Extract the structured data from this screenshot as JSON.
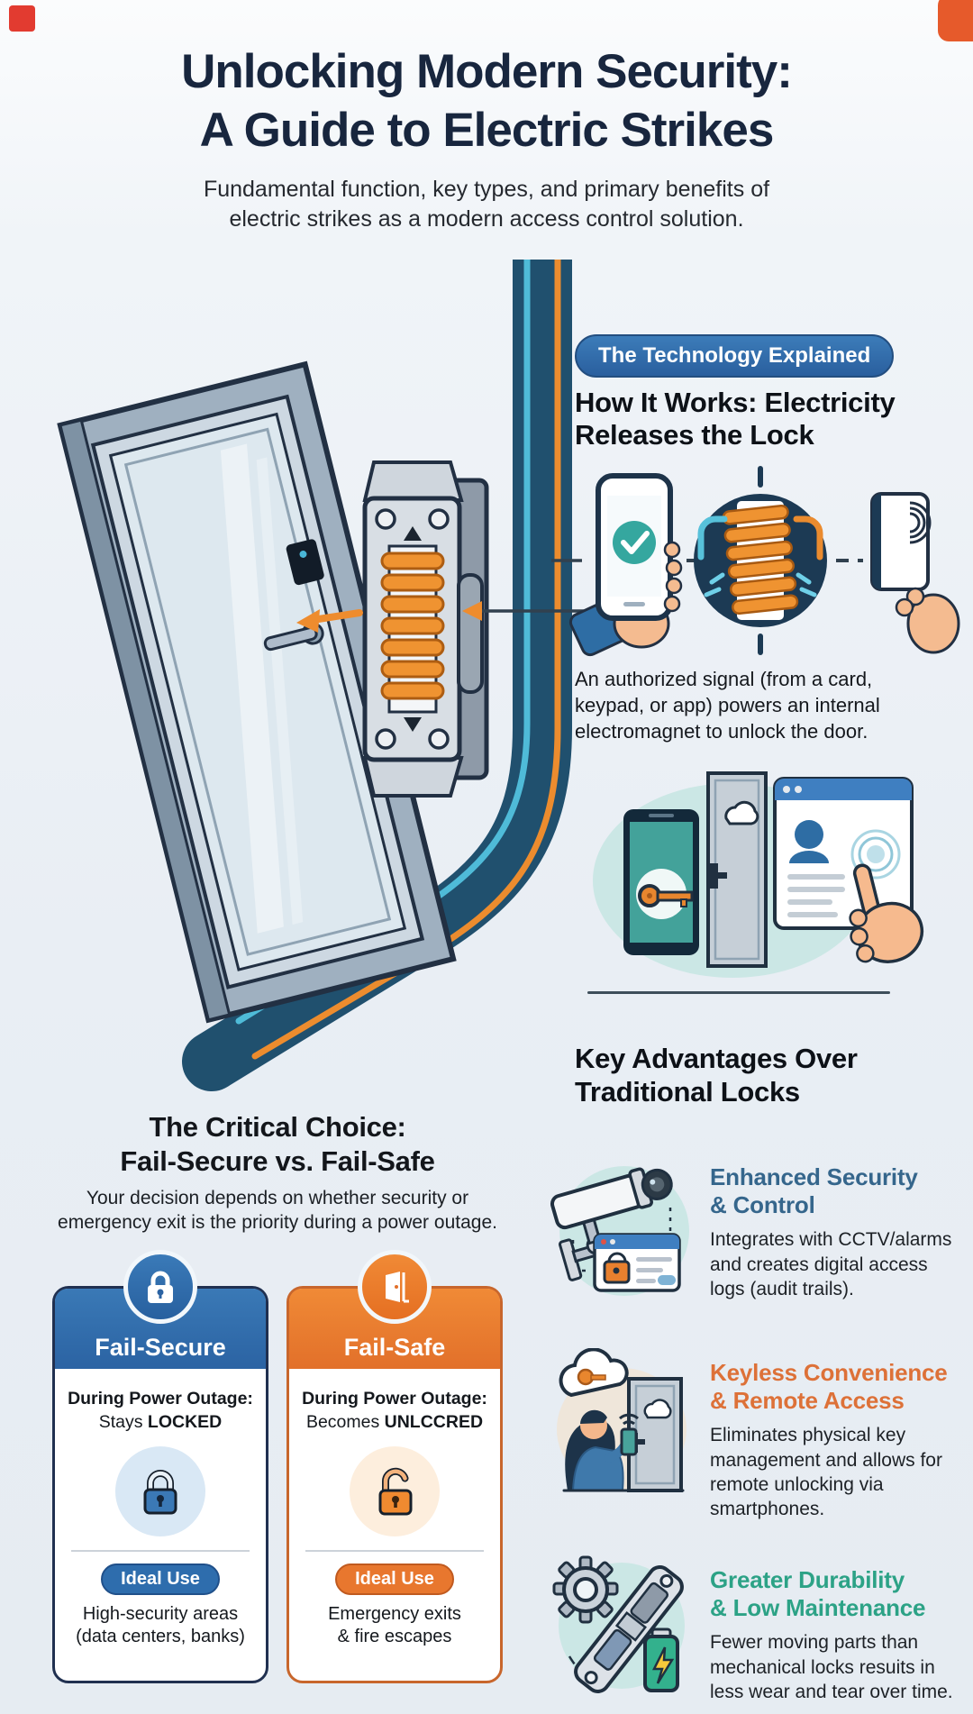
{
  "header": {
    "title_line1": "Unlocking Modern Security:",
    "title_line2": "A Guide to Electric Strikes",
    "subtitle": "Fundamental function, key types, and primary benefits of electric strikes as a modern access control solution."
  },
  "technology": {
    "badge": "The Technology Explained",
    "badge_color": "#2e6fad",
    "heading": "How It Works: Electricity Releases the Lock",
    "body": "An authorized signal (from a card, keypad, or app) powers an internal electromagnet to unlock the door.",
    "illustration_icons": [
      "smartphone-check-icon",
      "electromagnet-coil-icon",
      "contactless-card-icon",
      "phone-key-icon",
      "door-icon",
      "access-profile-touch-icon"
    ]
  },
  "advantages_section": {
    "heading_line1": "Key Advantages Over",
    "heading_line2": "Traditional Locks",
    "items": [
      {
        "icon": "cctv-camera-icon",
        "title_line1": "Enhanced Security",
        "title_line2": "& Control",
        "color": "#35668c",
        "body": "Integrates with CCTV/alarms and creates digital access logs (audit trails)."
      },
      {
        "icon": "keyless-remote-icon",
        "title_line1": "Keyless Convenience",
        "title_line2": "& Remote Access",
        "color": "#dd7138",
        "body": "Eliminates physical key management and allows for remote unlocking via smartphones."
      },
      {
        "icon": "durability-icon",
        "title_line1": "Greater Durability",
        "title_line2": "& Low Maintenance",
        "color": "#2ca286",
        "body": "Fewer moving parts than mechanical locks resuits in less wear and tear over time."
      }
    ]
  },
  "choice_section": {
    "heading_line1": "The Critical Choice:",
    "heading_line2": "Fail-Secure vs. Fail-Safe",
    "subtext": "Your decision depends on whether security or emergency exit is the priority during a power outage.",
    "cards": [
      {
        "name": "Fail-Secure",
        "accent": "#2e6dad",
        "icon": "padlock-closed-icon",
        "outage_label": "During Power Outage:",
        "outage_prefix": "Stays ",
        "outage_bold": "LOCKED",
        "ideal_label": "Ideal Use",
        "ideal_line1": "High-security areas",
        "ideal_line2": "(data centers, banks)"
      },
      {
        "name": "Fail-Safe",
        "accent": "#e8772e",
        "icon": "door-open-icon",
        "outage_label": "During Power Outage:",
        "outage_prefix": "Becomes ",
        "outage_bold": "UNLCCRED",
        "ideal_label": "Ideal Use",
        "ideal_line1": "Emergency exits",
        "ideal_line2": "& fire escapes"
      }
    ]
  }
}
